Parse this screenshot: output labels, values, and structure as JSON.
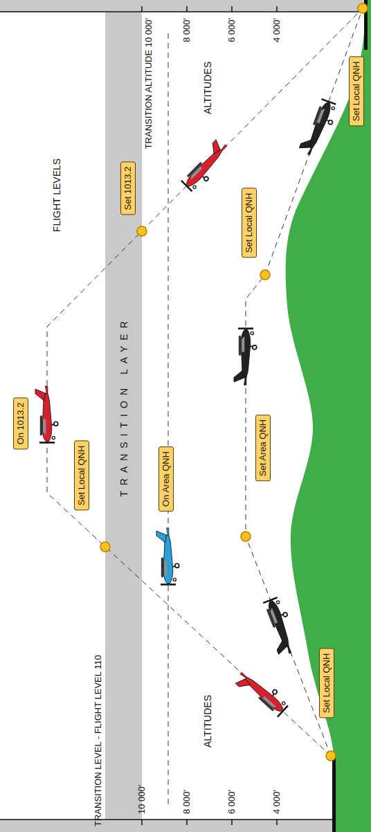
{
  "diagram": {
    "nodes": [
      {
        "text": [
          "On 1013.2"
        ]
      },
      {
        "text": [
          "Set Local QNH"
        ]
      },
      {
        "text": [
          "Set 1013.2"
        ]
      },
      {
        "text": [
          "On Area QNH"
        ]
      },
      {
        "text": [
          "Set Area QNH"
        ]
      },
      {
        "text": [
          "Set Local QNH"
        ]
      },
      {
        "text": [
          "Set Local QNH"
        ]
      },
      {
        "text": [
          "Set Local QNH"
        ]
      }
    ],
    "labels": [
      "FLIGHT LEVELS",
      "TRANSITION LEVEL - FLIGHT LEVEL 110",
      "TRANSITION LAYER",
      "TRANSITION ALTITUDE 10 000'",
      "ALTITUDES",
      "ALTITUDES",
      "10 000'",
      "8 000'",
      "6 000'",
      "4 000'",
      "8 000'",
      "6 000'",
      "4 000'"
    ]
  }
}
